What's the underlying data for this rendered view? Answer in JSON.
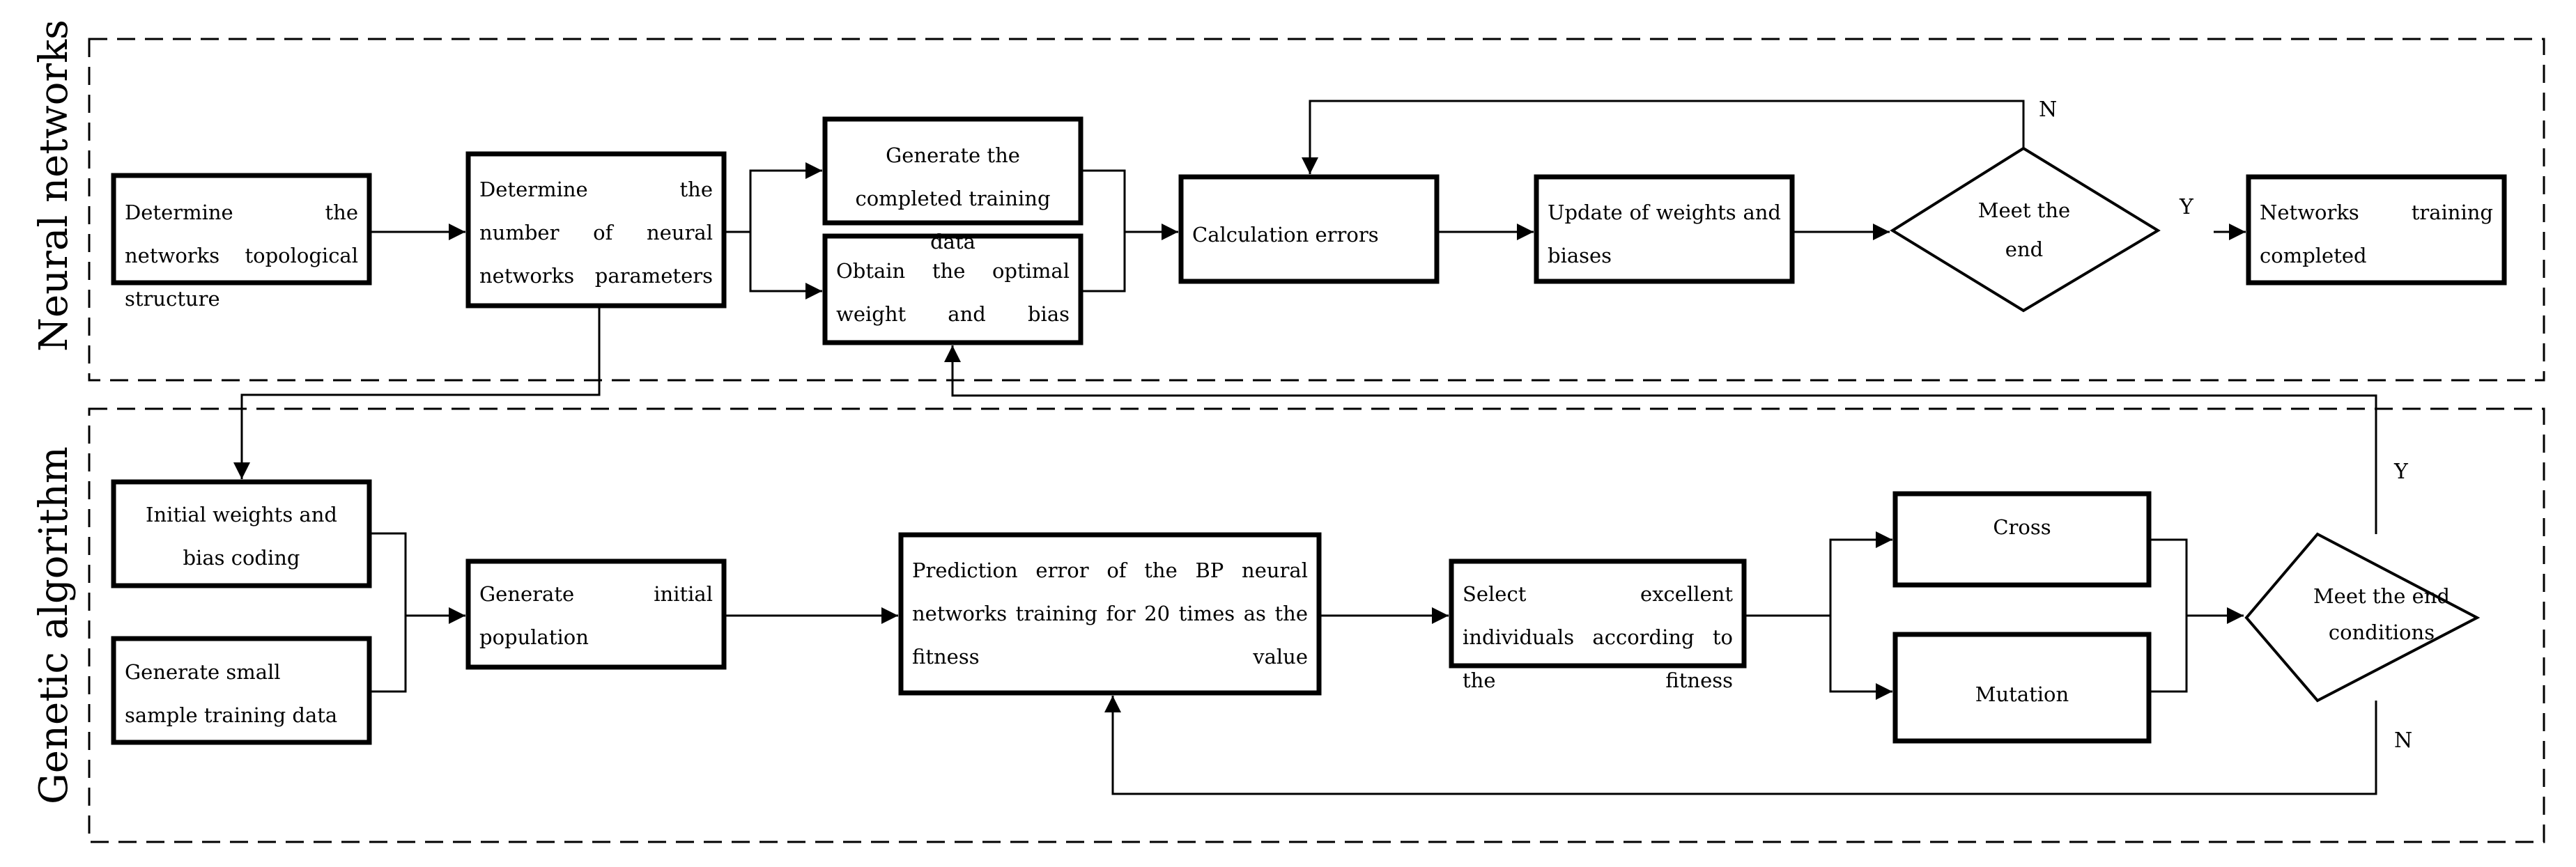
{
  "regions": {
    "neural": "Neural networks",
    "genetic": "Genetic algorithm"
  },
  "nodes": {
    "topology": "Determine the networks topological structure",
    "num_params": "Determine the number of neural networks parameters",
    "gen_completed": "Generate the completed training data",
    "obtain_optimal": "Obtain the optimal weight and bias",
    "calc_errors": "Calculation errors",
    "update_weights": "Update of weights and biases",
    "meet_end": "Meet the end",
    "training_completed": "Networks training completed",
    "initial_coding": "Initial weights and bias coding",
    "small_sample": "Generate small sample training data",
    "gen_population": "Generate initial population",
    "prediction_error": "Prediction error of the BP neural networks training for 20 times as the fitness value",
    "select_individuals": "Select excellent individuals according to the fitness",
    "cross": "Cross",
    "mutation": "Mutation",
    "meet_end_conditions": "Meet the end conditions"
  },
  "edge_labels": {
    "n_top": "N",
    "y_top": "Y",
    "y_bottom": "Y",
    "n_bottom": "N"
  }
}
